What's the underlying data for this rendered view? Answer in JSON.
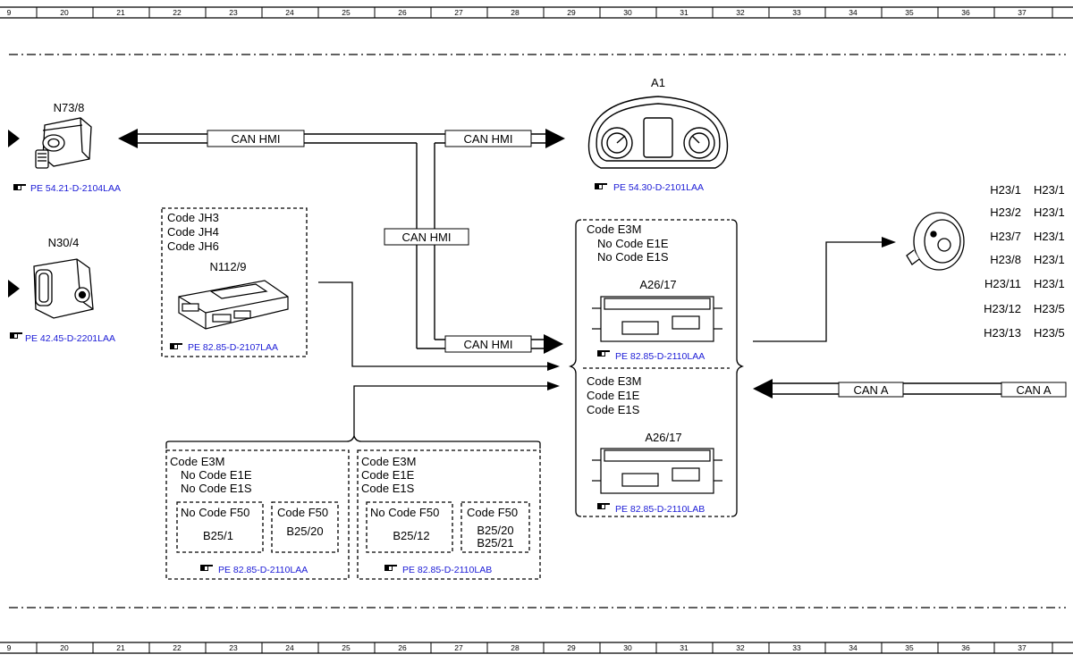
{
  "ruler": {
    "ticks": [
      "9",
      "20",
      "21",
      "22",
      "23",
      "24",
      "25",
      "26",
      "27",
      "28",
      "29",
      "30",
      "31",
      "32",
      "33",
      "34",
      "35",
      "36",
      "37"
    ]
  },
  "components": {
    "n73_8": {
      "label": "N73/8",
      "ref": "PE 54.21-D-2104LAA"
    },
    "n30_4": {
      "label": "N30/4",
      "ref": "PE 42.45-D-2201LAA"
    },
    "a1": {
      "label": "A1",
      "ref": "PE 54.30-D-2101LAA"
    },
    "n112_9": {
      "codes": [
        "Code JH3",
        "Code JH4",
        "Code JH6"
      ],
      "label": "N112/9",
      "ref": "PE 82.85-D-2107LAA"
    },
    "a26_top": {
      "codes": [
        "Code E3M",
        "No Code E1E",
        "No Code E1S"
      ],
      "label": "A26/17",
      "ref": "PE 82.85-D-2110LAA"
    },
    "a26_bottom": {
      "codes": [
        "Code E3M",
        "Code E1E",
        "Code E1S"
      ],
      "label": "A26/17",
      "ref": "PE 82.85-D-2110LAB"
    },
    "b25_left": {
      "codes": [
        "Code E3M",
        "No Code E1E",
        "No Code E1S"
      ],
      "sub1": {
        "code": "No Code F50",
        "part": "B25/1"
      },
      "sub2": {
        "code": "Code F50",
        "part": "B25/20"
      },
      "ref": "PE 82.85-D-2110LAA"
    },
    "b25_right": {
      "codes": [
        "Code E3M",
        "Code E1E",
        "Code E1S"
      ],
      "sub1": {
        "code": "No Code F50",
        "part": "B25/12"
      },
      "sub2": {
        "code": "Code F50",
        "part1": "B25/20",
        "part2": "B25/21"
      },
      "ref": "PE 82.85-D-2110LAB"
    },
    "h23": {
      "col1": [
        "H23/1",
        "H23/2",
        "H23/7",
        "H23/8",
        "H23/11",
        "H23/12",
        "H23/13"
      ],
      "col2": [
        "H23/1",
        "H23/1",
        "H23/1",
        "H23/1",
        "H23/1",
        "H23/5",
        "H23/5"
      ]
    }
  },
  "bus": {
    "can_hmi_left": "CAN HMI",
    "can_hmi_right": "CAN HMI",
    "can_hmi_vertical": "CAN HMI",
    "can_hmi_bottom": "CAN HMI",
    "can_a_1": "CAN A",
    "can_a_2": "CAN A"
  },
  "icons": {
    "ref_icon": "pointing-hand-icon"
  }
}
